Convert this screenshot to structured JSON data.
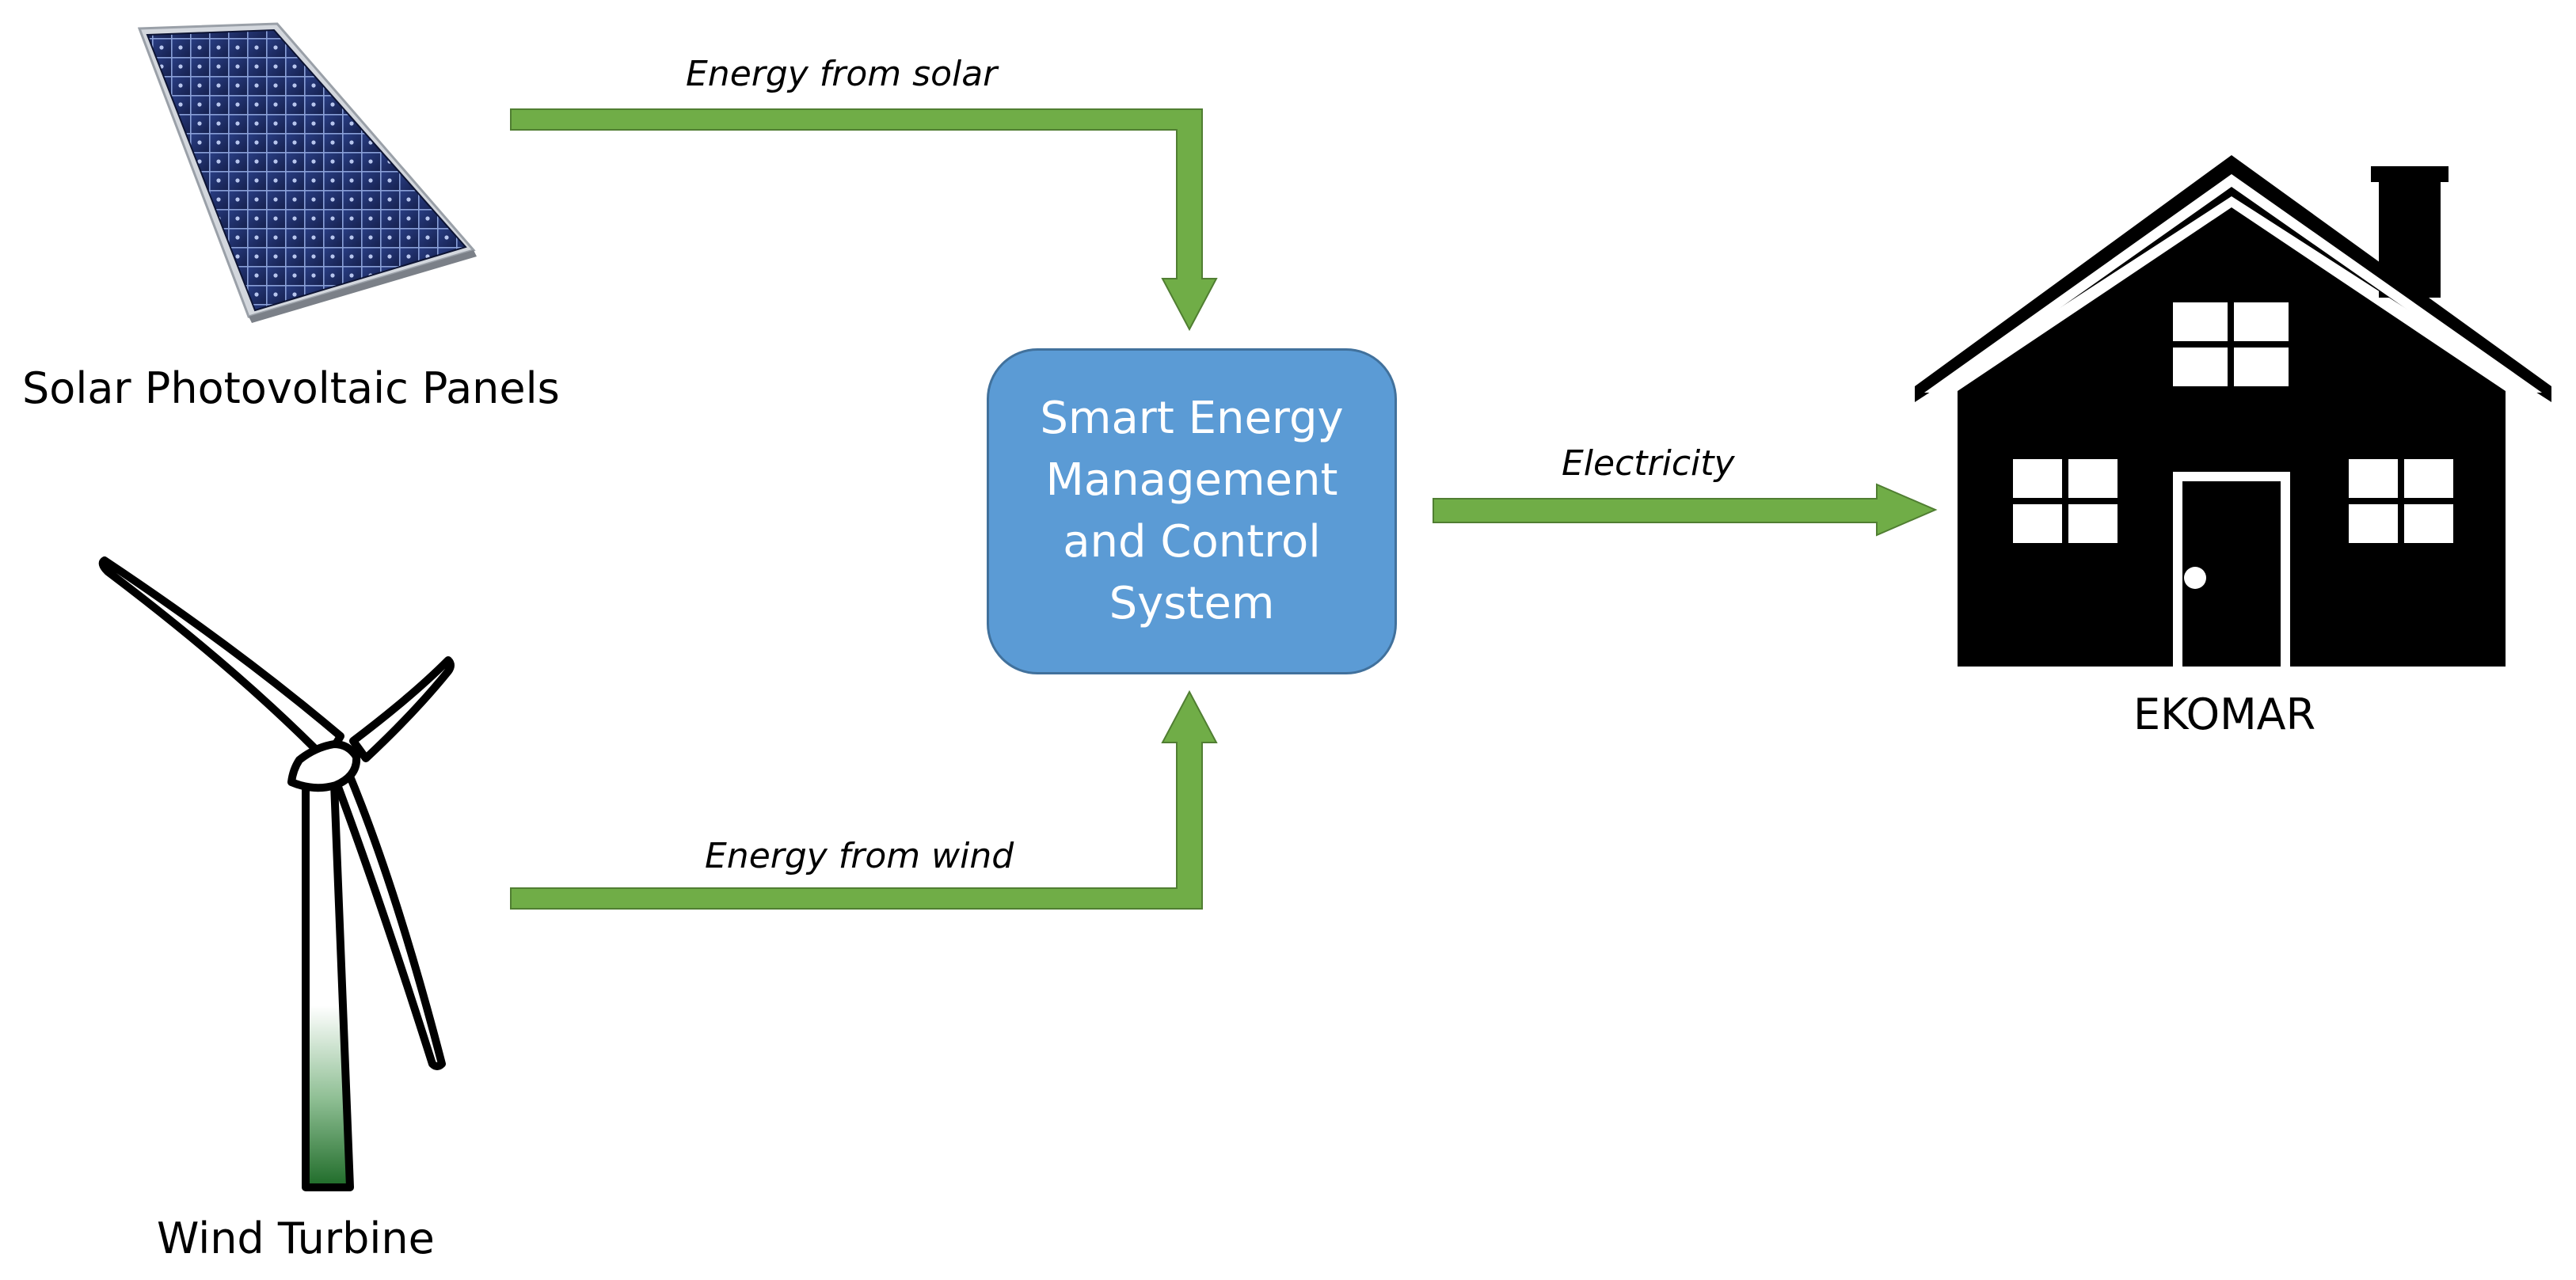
{
  "nodes": {
    "solar": {
      "label": "Solar Photovoltaic Panels"
    },
    "wind": {
      "label": "Wind Turbine"
    },
    "hub": {
      "label": "Smart Energy\nManagement\nand Control\nSystem"
    },
    "house": {
      "label": "EKOMAR"
    }
  },
  "edges": {
    "solar_to_hub": {
      "label": "Energy from solar"
    },
    "wind_to_hub": {
      "label": "Energy from wind"
    },
    "hub_to_house": {
      "label": "Electricity"
    }
  },
  "colors": {
    "arrow": "#70ad47",
    "arrow_outline": "#507e32",
    "hub_fill": "#5b9bd5",
    "hub_border": "#41719c",
    "panel_frame": "#c8cdd4",
    "panel_cell": "#1f2f6b",
    "house": "#000000",
    "turbine_base": "#1e6b28"
  }
}
